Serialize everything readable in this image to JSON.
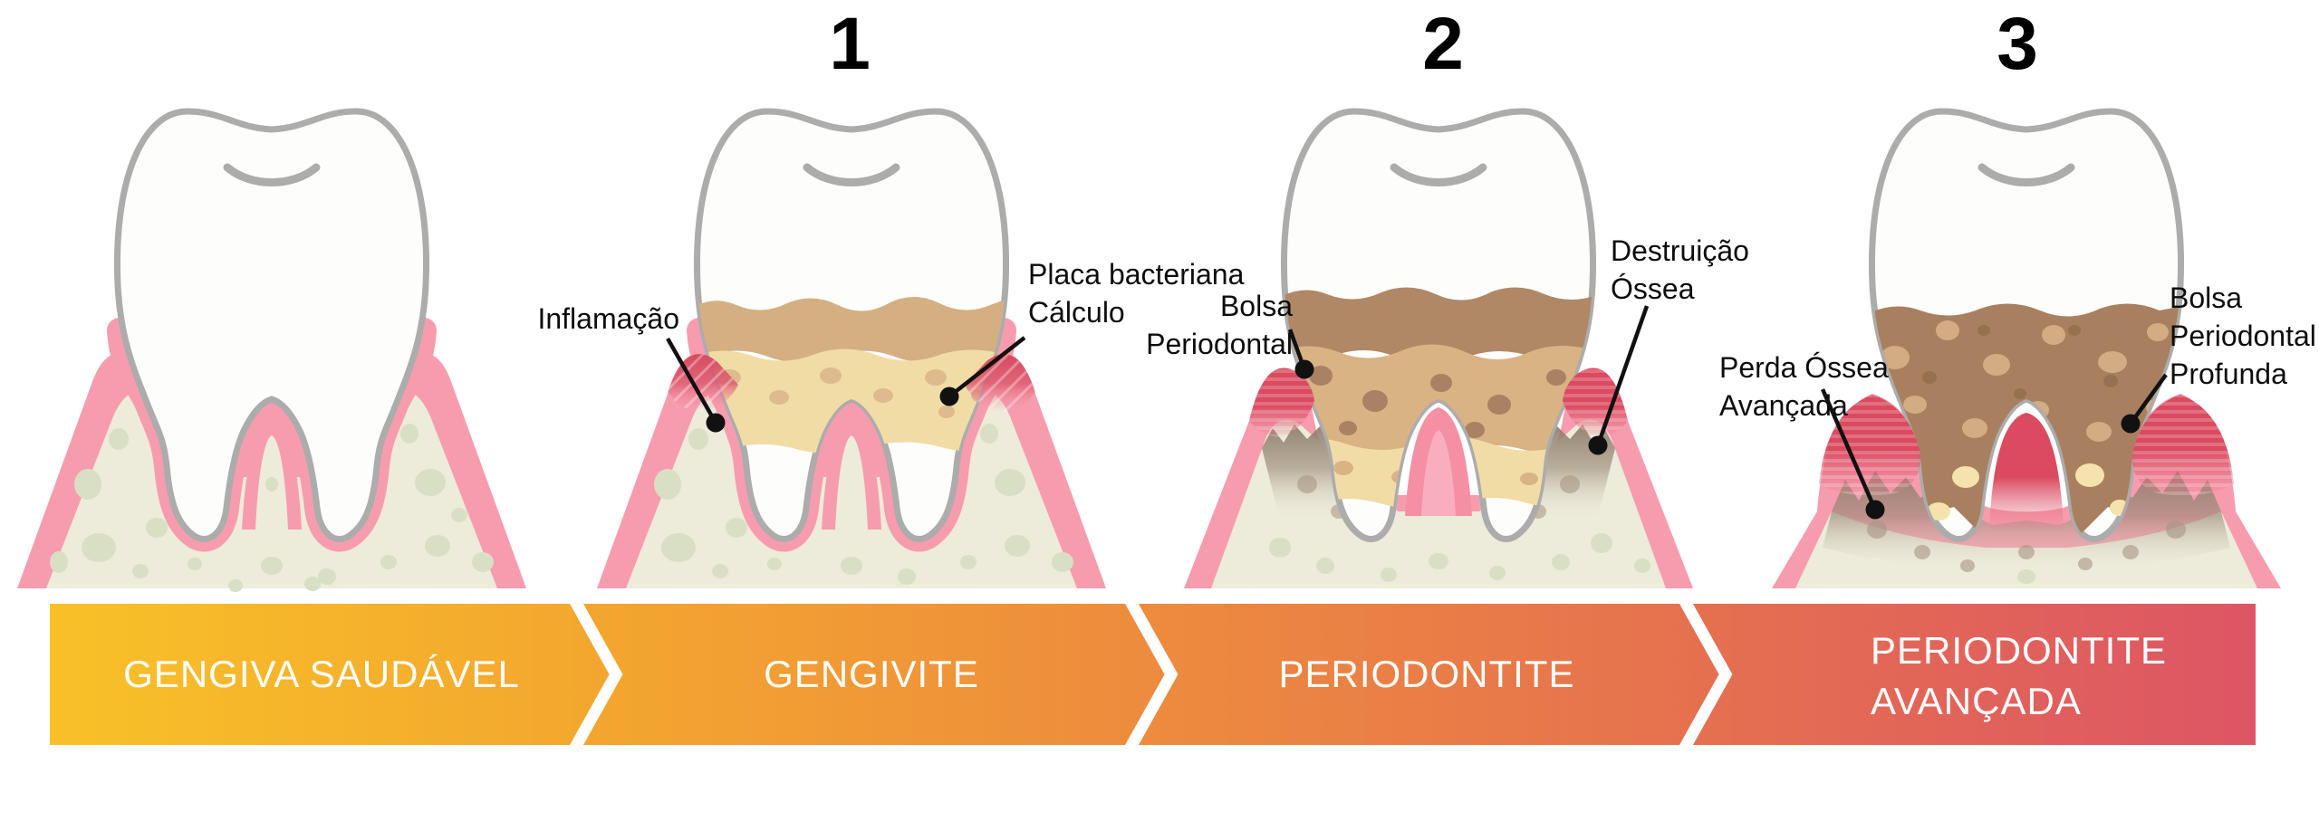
{
  "diagram": {
    "language": "pt",
    "subject": "periodontal-disease-stages"
  },
  "stages": [
    {
      "id": "healthy",
      "number": "",
      "banner_label": "GENGIVA SAUDÁVEL",
      "annotations": []
    },
    {
      "id": "gingivitis",
      "number": "1",
      "banner_label": "GENGIVITE",
      "annotations": [
        {
          "side": "left",
          "lines": [
            "Inflamação"
          ]
        },
        {
          "side": "right",
          "lines": [
            "Placa bacteriana",
            "Cálculo"
          ]
        }
      ]
    },
    {
      "id": "periodontitis",
      "number": "2",
      "banner_label": "PERIODONTITE",
      "annotations": [
        {
          "side": "left",
          "lines": [
            "Bolsa",
            "Periodontal"
          ]
        },
        {
          "side": "right",
          "lines": [
            "Destruição",
            "Óssea"
          ]
        }
      ]
    },
    {
      "id": "advanced-periodontitis",
      "number": "3",
      "banner_label": "PERIODONTITE AVANÇADA",
      "banner_lines": [
        "PERIODONTITE",
        "AVANÇADA"
      ],
      "annotations": [
        {
          "side": "left",
          "lines": [
            "Perda Óssea",
            "Avançada"
          ]
        },
        {
          "side": "right",
          "lines": [
            "Bolsa",
            "Periodontal",
            "Profunda"
          ]
        }
      ]
    }
  ],
  "colors": {
    "banner_gradient_start": "#F8C128",
    "banner_gradient_end": "#DD5565",
    "banner_text": "#FFFFFF",
    "stage_number_text": "#000000",
    "annotation_text": "#0D0D0D",
    "gum_pink": "#F79CAE",
    "inflamed_red": "#DB4A5F",
    "tooth_outline_gray": "#ACACAC",
    "tooth_fill": "#FDFDFB",
    "bone_cream": "#EDEBDA",
    "bone_spot_green": "#D9DFC4",
    "plaque_light": "#F2DCA6",
    "plaque_tan": "#D9B384",
    "plaque_brown": "#B08866",
    "plaque_dark_brown": "#A9805F",
    "bone_damage_brown": "#8F7E6D"
  }
}
